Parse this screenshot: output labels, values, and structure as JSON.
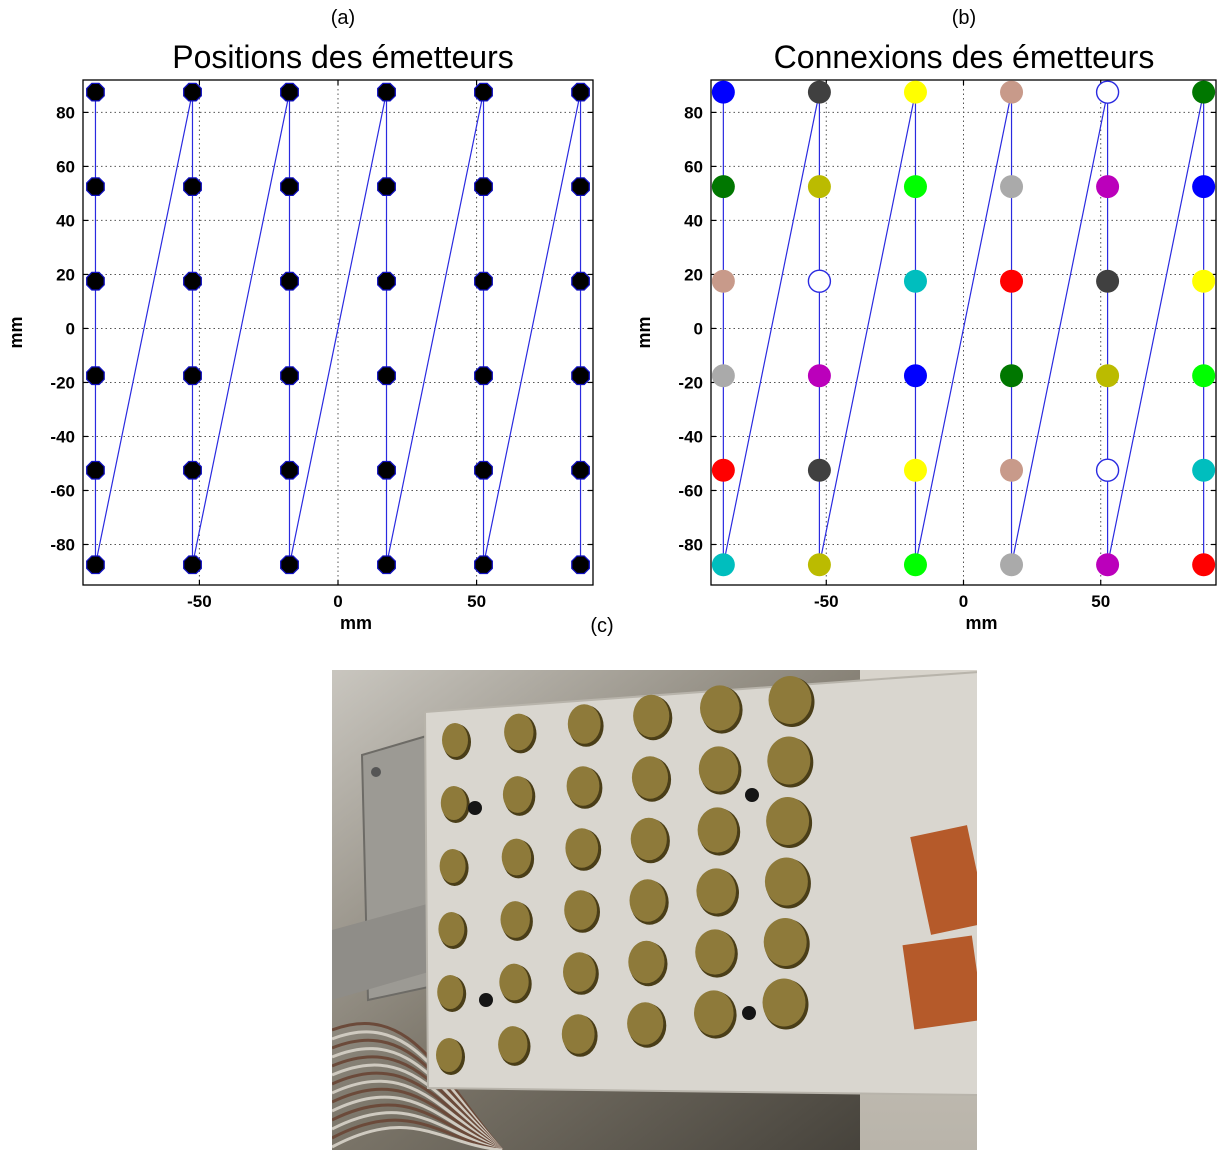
{
  "colors": {
    "connection_line": "#2a2ae0",
    "marker_edge_a": "#1010c0",
    "hollow_fill": "#ffffff",
    "hollow_edge": "#2a2ae0"
  },
  "photo": {
    "label": "(c)",
    "colors": {
      "background": "#7a7468",
      "board": "#d9d6cf",
      "hole": "#8e7a3a",
      "hole_shadow": "#4a3e18",
      "screw": "#151515",
      "bracket": "#9c9a94",
      "circuit": "#b55a2a"
    }
  },
  "chart_data": [
    {
      "type": "scatter",
      "label": "(a)",
      "title": "Positions des émetteurs",
      "xlabel": "mm",
      "ylabel": "mm",
      "xlim": [
        -92,
        92
      ],
      "ylim": [
        -95,
        92
      ],
      "xticks": [
        -50,
        0,
        50
      ],
      "yticks": [
        80,
        60,
        40,
        20,
        0,
        -20,
        -40,
        -60,
        -80
      ],
      "grid": true,
      "x_positions": [
        -87.5,
        -52.5,
        -17.5,
        17.5,
        52.5,
        87.5
      ],
      "y_positions": [
        87.5,
        52.5,
        17.5,
        -17.5,
        -52.5,
        -87.5
      ],
      "connection_order": "column-wise from top to bottom, then from the bottom of each column to the top of the next column",
      "marker_color": "#000000"
    },
    {
      "type": "scatter",
      "label": "(b)",
      "title": "Connexions des émetteurs",
      "xlabel": "mm",
      "ylabel": "mm",
      "xlim": [
        -92,
        92
      ],
      "ylim": [
        -95,
        92
      ],
      "xticks": [
        -50,
        0,
        50
      ],
      "yticks": [
        80,
        60,
        40,
        20,
        0,
        -20,
        -40,
        -60,
        -80
      ],
      "grid": true,
      "x_positions": [
        -87.5,
        -52.5,
        -17.5,
        17.5,
        52.5,
        87.5
      ],
      "y_positions": [
        87.5,
        52.5,
        17.5,
        -17.5,
        -52.5,
        -87.5
      ],
      "connection_order": "column-wise from top to bottom, then from the bottom of each column to the top of the next column",
      "marker_colors_by_column": [
        [
          "#0000ff",
          "#007700",
          "#c89a8a",
          "#aaaaaa",
          "#ff0000",
          "#00bebe"
        ],
        [
          "#404040",
          "#bbbb00",
          "hollow",
          "#bb00bb",
          "#404040",
          "#bbbb00"
        ],
        [
          "#ffff00",
          "#00ff00",
          "#00bebe",
          "#0000ff",
          "#ffff00",
          "#00ff00"
        ],
        [
          "#c89a8a",
          "#aaaaaa",
          "#ff0000",
          "#007700",
          "#c89a8a",
          "#aaaaaa"
        ],
        [
          "hollow",
          "#bb00bb",
          "#404040",
          "#bbbb00",
          "hollow",
          "#bb00bb"
        ],
        [
          "#007700",
          "#0000ff",
          "#ffff00",
          "#00ff00",
          "#00bebe",
          "#ff0000"
        ]
      ]
    }
  ]
}
